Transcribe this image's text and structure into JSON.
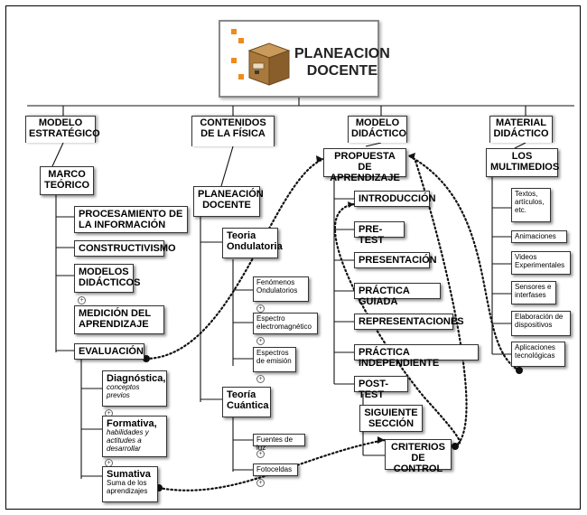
{
  "title": {
    "line1": "PLANEACION",
    "line2": "DOCENTE"
  },
  "columns": [
    {
      "id": "modelo-estrategico",
      "tab": [
        "MODELO",
        "ESTRATÉGICO"
      ]
    },
    {
      "id": "contenidos",
      "tab": [
        "CONTENIDOS",
        "DE LA FÍSICA"
      ]
    },
    {
      "id": "modelo-didactico",
      "tab": [
        "MODELO",
        "DIDÁCTICO"
      ]
    },
    {
      "id": "material",
      "tab": [
        "MATERIAL",
        "DIDÁCTICO"
      ]
    }
  ],
  "marco": {
    "title": [
      "MARCO",
      "TEÓRICO"
    ],
    "items": [
      "PROCESAMIENTO DE LA INFORMACIÓN",
      "CONSTRUCTIVISMO",
      "MODELOS DIDÁCTICOS"
    ],
    "medicion": [
      "MEDICIÓN DEL",
      "APRENDIZAJE"
    ],
    "evaluacion": "EVALUACIÓN",
    "evals": [
      {
        "title": "Diagnóstica,",
        "sub": "conceptos previos"
      },
      {
        "title": "Formativa,",
        "sub": "habilidades y actitudes a desarrollar"
      },
      {
        "title": "Sumativa",
        "sub": "Suma de los aprendizajes"
      }
    ]
  },
  "planeacion": {
    "title": [
      "PLANEACIÓN",
      "DOCENTE"
    ],
    "ondulatoria": [
      "Teoria",
      "Ondulatoria"
    ],
    "ond_items": [
      "Fenómenos Ondulatorios",
      "Espectro electromagnético",
      "Espectros de emisión"
    ],
    "cuantica": [
      "Teoría",
      "Cuántica"
    ],
    "cua_items": [
      "Fuentes de luz",
      "Fotoceldas"
    ]
  },
  "propuesta": {
    "title": [
      "PROPUESTA DE",
      "APRENDIZAJE"
    ],
    "items": [
      "INTRODUCCIÓN",
      "PRE-TEST",
      "PRESENTACIÓN",
      "PRÁCTICA GUIADA",
      "REPRESENTACIONES",
      "PRÁCTICA INDEPENDIENTE",
      "POST-TEST"
    ],
    "siguiente": [
      "SIGUIENTE",
      "SECCIÓN"
    ],
    "criterios": [
      "CRITERIOS",
      "DE CONTROL"
    ]
  },
  "multimedios": {
    "title": [
      "LOS",
      "MULTIMEDIOS"
    ],
    "items": [
      "Textos, artículos, etc.",
      "Animaciones",
      "Videos Experimentales",
      "Sensores e interfases",
      "Elaboración de dispositivos",
      "Aplicaciones tecnológicas"
    ]
  },
  "colors": {
    "accent": "#f08a1c",
    "line": "#000000"
  },
  "icons": {
    "title_icon": "cardboard-box-icon"
  }
}
